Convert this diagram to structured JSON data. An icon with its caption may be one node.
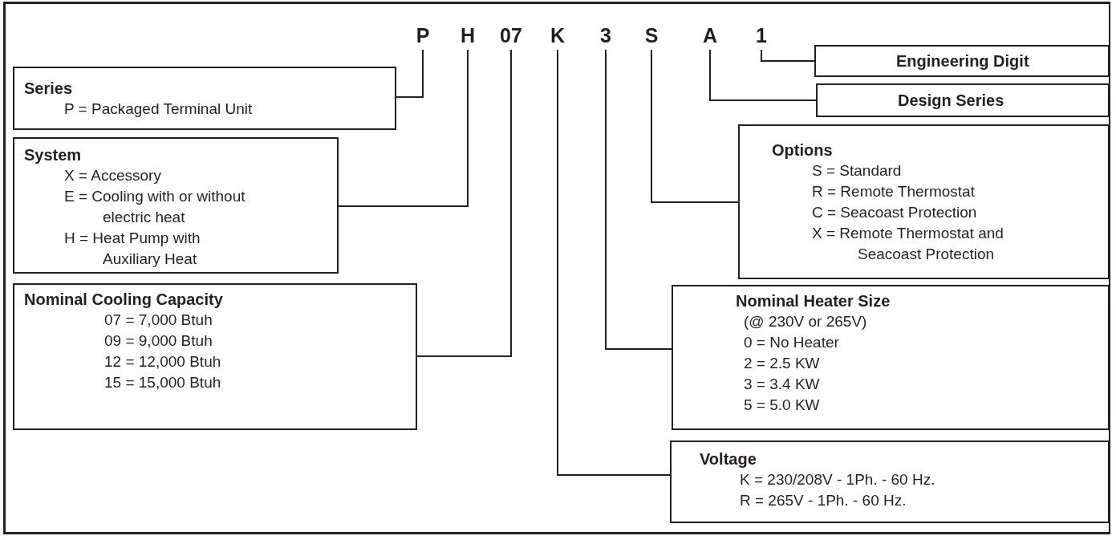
{
  "diagram": {
    "nodes": [
      {
        "text": [
          "P"
        ]
      },
      {
        "text": [
          "H"
        ]
      },
      {
        "text": [
          "07"
        ]
      },
      {
        "text": [
          "K"
        ]
      },
      {
        "text": [
          "3"
        ]
      },
      {
        "text": [
          "S"
        ]
      },
      {
        "text": [
          "A"
        ]
      },
      {
        "text": [
          "1"
        ]
      },
      {
        "text": [
          "Engineering Digit"
        ]
      },
      {
        "text": [
          "Series",
          "P = Packaged Terminal Unit"
        ]
      },
      {
        "text": [
          "Design Series"
        ]
      },
      {
        "text": [
          "System",
          "X = Accessory",
          "E = Cooling with or without electric heat",
          "H = Heat Pump with Auxiliary Heat"
        ]
      },
      {
        "text": [
          "Options",
          "S = Standard",
          "R = Remote Thermostat",
          "C = Seacoast Protection",
          "X = Remote Thermostat and Seacoast Protection"
        ]
      },
      {
        "text": [
          "Nominal Cooling Capacity",
          "07 = 7,000 Btuh",
          "09 = 9,000 Btuh",
          "12 = 12,000 Btuh",
          "15 = 15,000 Btuh"
        ]
      },
      {
        "text": [
          "Nominal Heater Size",
          "(@ 230V or 265V)",
          "0 = No Heater",
          "2 = 2.5 KW",
          "3 = 3.4 KW",
          "5 = 5.0 KW"
        ]
      },
      {
        "text": [
          "Voltage",
          "K = 230/208V - 1Ph. - 60 Hz.",
          "R = 265V - 1Ph. - 60 Hz."
        ]
      }
    ],
    "edges": [
      {
        "from": 0,
        "to": 9,
        "arrow": "none"
      },
      {
        "from": 1,
        "to": 11,
        "arrow": "none"
      },
      {
        "from": 2,
        "to": 13,
        "arrow": "none"
      },
      {
        "from": 3,
        "to": 15,
        "arrow": "none"
      },
      {
        "from": 4,
        "to": 14,
        "arrow": "none"
      },
      {
        "from": 5,
        "to": 12,
        "arrow": "none"
      },
      {
        "from": 6,
        "to": 10,
        "arrow": "none"
      },
      {
        "from": 7,
        "to": 8,
        "arrow": "none"
      }
    ]
  }
}
